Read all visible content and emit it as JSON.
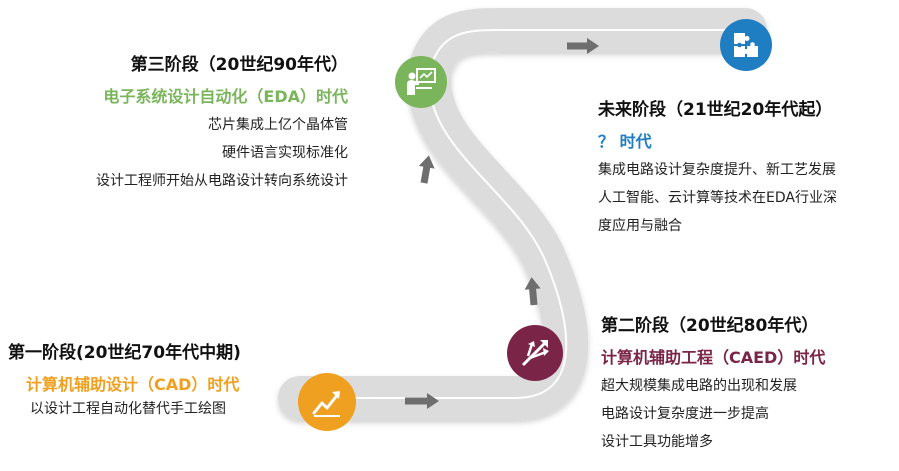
{
  "stages": [
    {
      "id": "stage1",
      "title": "第一阶段(20世纪70年代中期)",
      "era": "计算机辅助设计（CAD）时代",
      "color": "#f0a020",
      "icon": "rising-chart-icon",
      "lines": [
        "以设计工程自动化替代手工绘图"
      ]
    },
    {
      "id": "stage2",
      "title": "第二阶段（20世纪80年代）",
      "era": "计算机辅助工程（CAED）时代",
      "color": "#7a2548",
      "icon": "branching-arrows-icon",
      "lines": [
        "超大规模集成电路的出现和发展",
        "电路设计复杂度进一步提高",
        "设计工具功能增多"
      ]
    },
    {
      "id": "stage3",
      "title": "第三阶段（20世纪90年代）",
      "era": "电子系统设计自动化（EDA）时代",
      "color": "#7ab55c",
      "icon": "presentation-icon",
      "lines": [
        "芯片集成上亿个晶体管",
        "硬件语言实现标准化",
        "设计工程师开始从电路设计转向系统设计"
      ]
    },
    {
      "id": "future",
      "title": "未来阶段（21世纪20年代起）",
      "era": "？ 时代",
      "color": "#1f7ec2",
      "icon": "puzzle-icon",
      "lines": [
        "集成电路设计复杂度提升、新工艺发展",
        "人工智能、云计算等技术在EDA行业深",
        "度应用与融合"
      ]
    }
  ]
}
